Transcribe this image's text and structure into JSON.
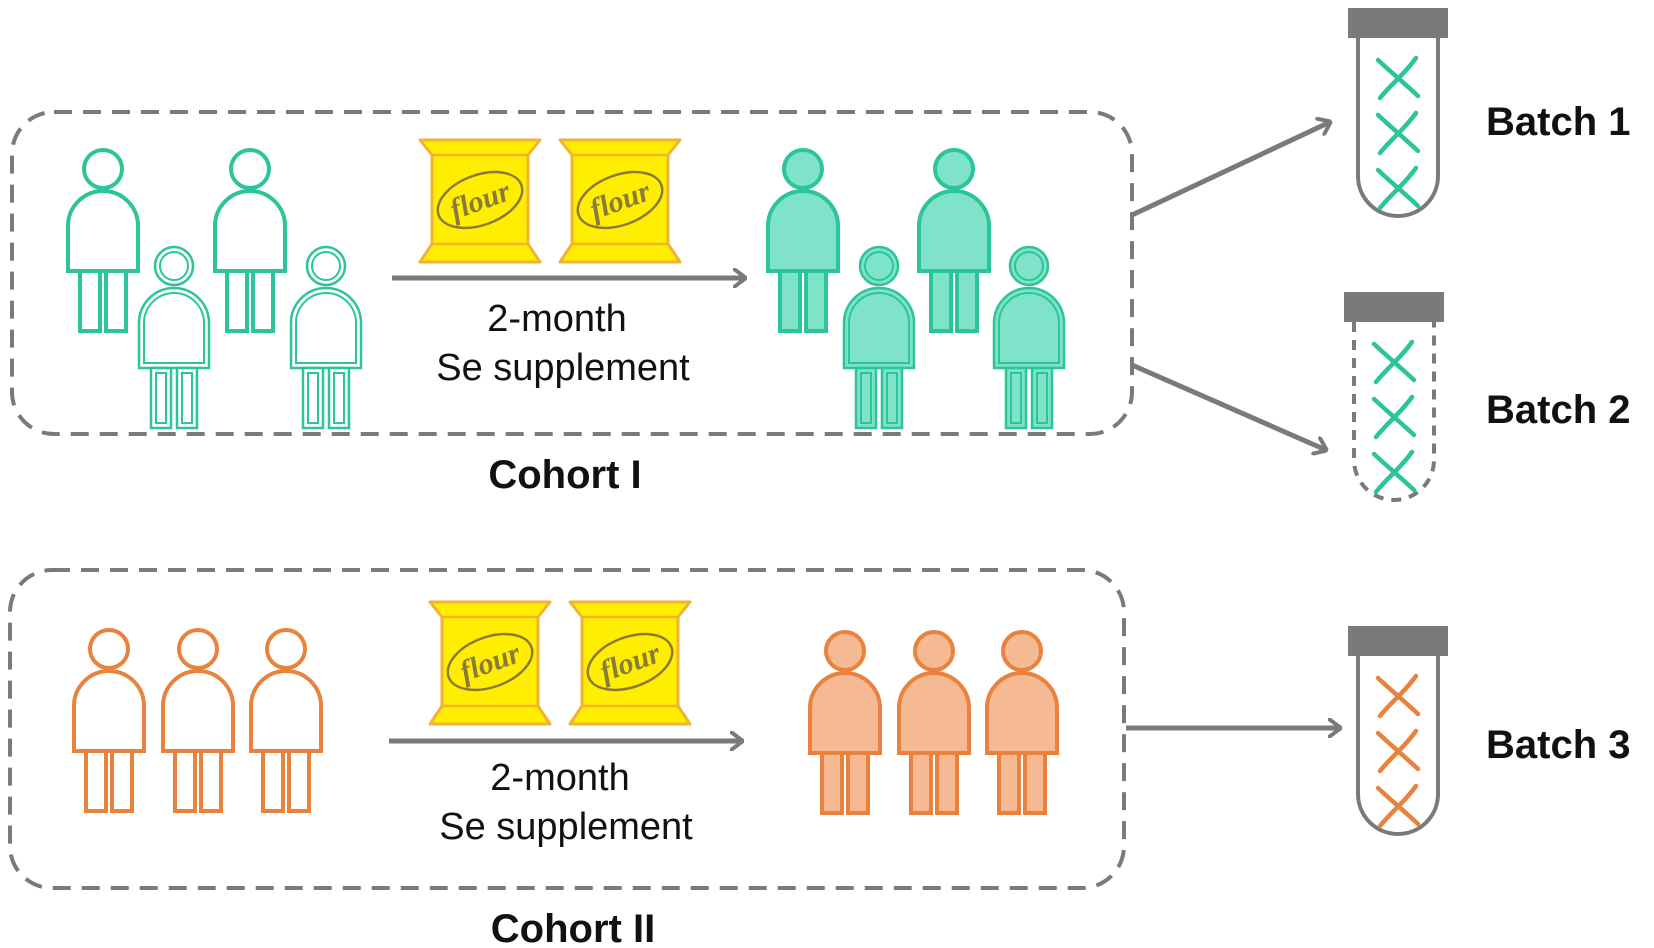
{
  "colors": {
    "teal": "#2cc49a",
    "teal_fill": "#7fe3c9",
    "orange": "#e8823c",
    "orange_fill": "#f5b994",
    "flour_bag": "#ffee00",
    "flour_edge": "#f2b233",
    "gray": "#7a7a7a"
  },
  "cohorts": [
    {
      "label": "Cohort I",
      "duration": "2-month",
      "treatment": "Se supplement",
      "bags": [
        "flour",
        "flour"
      ]
    },
    {
      "label": "Cohort II",
      "duration": "2-month",
      "treatment": "Se supplement",
      "bags": [
        "flour",
        "flour"
      ]
    }
  ],
  "batches": [
    {
      "label": "Batch 1"
    },
    {
      "label": "Batch 2"
    },
    {
      "label": "Batch 3"
    }
  ]
}
